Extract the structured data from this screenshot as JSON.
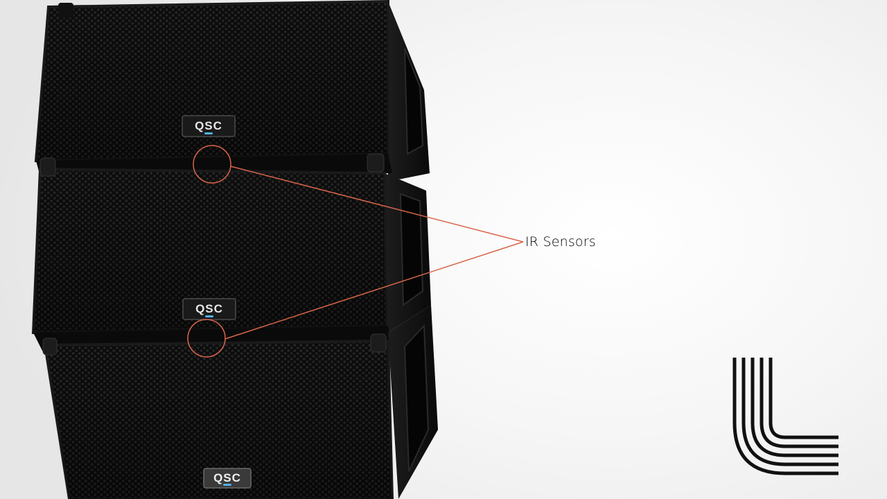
{
  "colors": {
    "background": "#f4f4f4",
    "cabinet": "#141414",
    "grille": "#202020",
    "callout": "#d9654a",
    "logo_ink": "#111111",
    "led": "#4fb3e8"
  },
  "speakers": [
    {
      "brand": "QSC"
    },
    {
      "brand": "QSC"
    },
    {
      "brand": "QSC"
    }
  ],
  "callout": {
    "label": "IR Sensors"
  },
  "corner_logo": {
    "icon": "stacked-L-logo"
  }
}
